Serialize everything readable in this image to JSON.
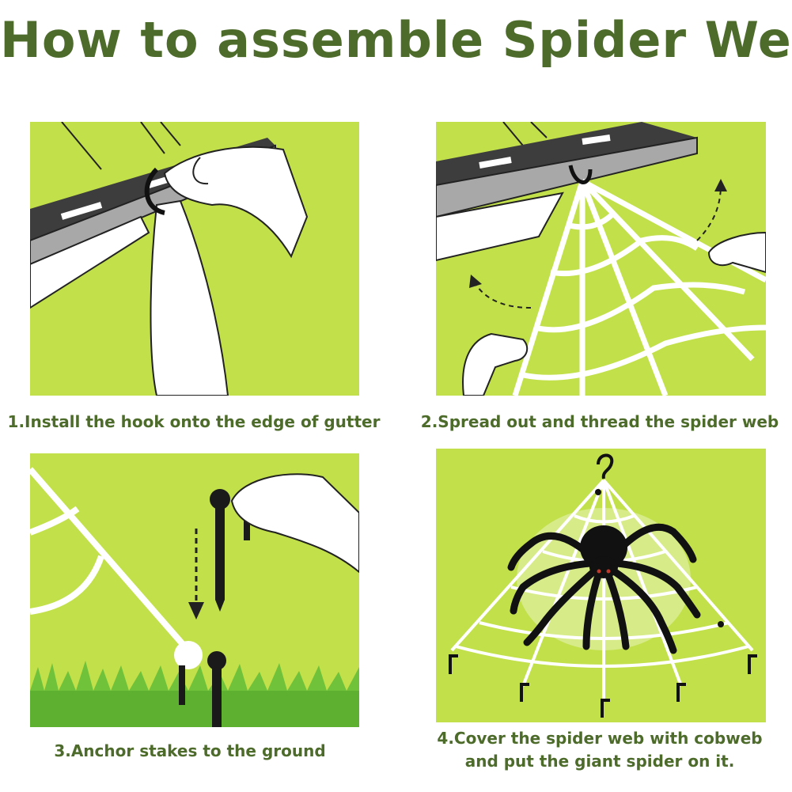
{
  "title": "How to assemble Spider Web",
  "colors": {
    "title": "#4d6b2a",
    "panel_background": "#c2e04a",
    "gutter_dark": "#3d3d3d",
    "web": "#ffffff",
    "grass": "#6fc23a"
  },
  "steps": [
    {
      "caption": "1.Install the hook onto the edge of gutter"
    },
    {
      "caption": "2.Spread out and thread the spider web"
    },
    {
      "caption": "3.Anchor stakes to the ground"
    },
    {
      "caption_line1": "4.Cover the spider web with cobweb",
      "caption_line2": "and put the giant spider on it."
    }
  ],
  "icons": [
    "gutter-icon",
    "hand-icon",
    "hook-icon",
    "spider-web-icon",
    "arrow-icon",
    "stake-icon",
    "grass-icon",
    "spider-icon"
  ]
}
